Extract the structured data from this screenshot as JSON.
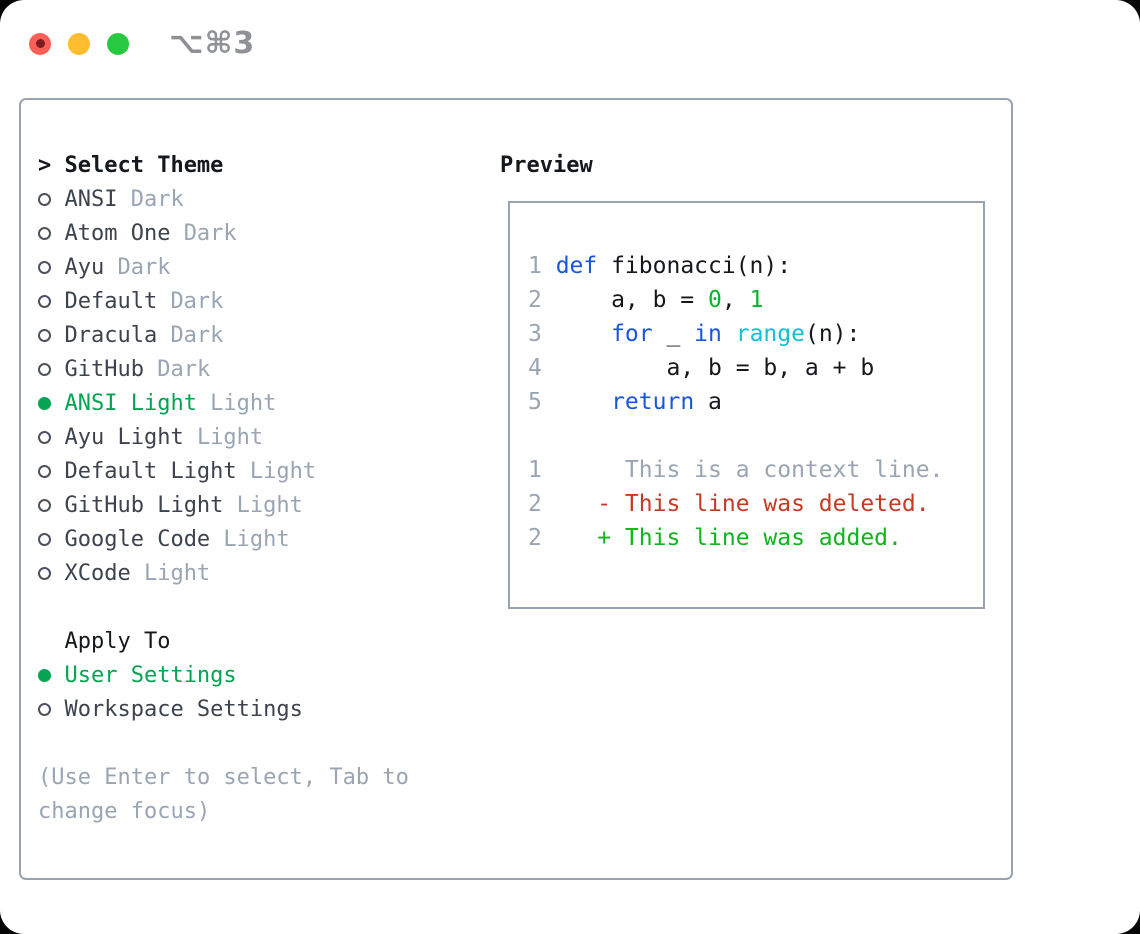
{
  "window": {
    "shortcut": "⌥⌘3"
  },
  "colors": {
    "border": "#99a3b1",
    "muted": "#9aa5b4",
    "ink": "#14171c",
    "item": "#3d434e",
    "accent": "#05a453",
    "kw": "#1a56db",
    "fn": "#13bfd2",
    "numg": "#0db32c",
    "del": "#c43b24",
    "add": "#10b41c",
    "traffic_red": "#ff5f57",
    "traffic_red_dot": "#7e1d21",
    "traffic_yellow": "#febc2e",
    "traffic_green": "#28c840",
    "shortcut": "#8e9297"
  },
  "theme_panel": {
    "header_prefix": ">",
    "header": "Select Theme",
    "items": [
      {
        "name": "ANSI",
        "tag": "Dark",
        "selected": false
      },
      {
        "name": "Atom One",
        "tag": "Dark",
        "selected": false
      },
      {
        "name": "Ayu",
        "tag": "Dark",
        "selected": false
      },
      {
        "name": "Default",
        "tag": "Dark",
        "selected": false
      },
      {
        "name": "Dracula",
        "tag": "Dark",
        "selected": false
      },
      {
        "name": "GitHub",
        "tag": "Dark",
        "selected": false
      },
      {
        "name": "ANSI Light",
        "tag": "Light",
        "selected": true
      },
      {
        "name": "Ayu Light",
        "tag": "Light",
        "selected": false
      },
      {
        "name": "Default Light",
        "tag": "Light",
        "selected": false
      },
      {
        "name": "GitHub Light",
        "tag": "Light",
        "selected": false
      },
      {
        "name": "Google Code",
        "tag": "Light",
        "selected": false
      },
      {
        "name": "XCode",
        "tag": "Light",
        "selected": false
      }
    ],
    "apply_header": "Apply To",
    "apply_items": [
      {
        "name": "User Settings",
        "selected": true
      },
      {
        "name": "Workspace Settings",
        "selected": false
      }
    ],
    "help_lines": [
      "(Use Enter to select, Tab to",
      "change focus)"
    ]
  },
  "preview": {
    "title": "Preview",
    "code_lines": [
      {
        "num": "1",
        "segments": [
          {
            "text": "def",
            "color": "kw"
          },
          {
            "text": " fibonacci(n):",
            "color": "fg"
          }
        ]
      },
      {
        "num": "2",
        "segments": [
          {
            "text": "    a, b = ",
            "color": "fg"
          },
          {
            "text": "0",
            "color": "num"
          },
          {
            "text": ", ",
            "color": "fg"
          },
          {
            "text": "1",
            "color": "num"
          }
        ]
      },
      {
        "num": "3",
        "segments": [
          {
            "text": "    ",
            "color": "fg"
          },
          {
            "text": "for",
            "color": "kw"
          },
          {
            "text": " _ ",
            "color": "fg"
          },
          {
            "text": "in",
            "color": "kw"
          },
          {
            "text": " ",
            "color": "fg"
          },
          {
            "text": "range",
            "color": "fn"
          },
          {
            "text": "(n):",
            "color": "fg"
          }
        ]
      },
      {
        "num": "4",
        "segments": [
          {
            "text": "        a, b = b, a + b",
            "color": "fg"
          }
        ]
      },
      {
        "num": "5",
        "segments": [
          {
            "text": "    ",
            "color": "fg"
          },
          {
            "text": "return",
            "color": "kw"
          },
          {
            "text": " a",
            "color": "fg"
          }
        ]
      },
      {
        "num": "",
        "segments": []
      },
      {
        "num": "1",
        "segments": [
          {
            "text": "     This is a context line.",
            "color": "ctx"
          }
        ]
      },
      {
        "num": "2",
        "segments": [
          {
            "text": "   ",
            "color": "fg"
          },
          {
            "text": "- This line was deleted.",
            "color": "del"
          }
        ]
      },
      {
        "num": "2",
        "segments": [
          {
            "text": "   ",
            "color": "fg"
          },
          {
            "text": "+ This line was added.",
            "color": "add"
          }
        ]
      }
    ]
  }
}
